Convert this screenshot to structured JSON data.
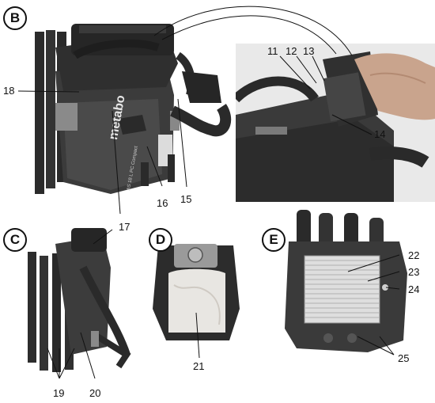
{
  "panels": {
    "b": {
      "label": "B",
      "device_text": "metabo",
      "model_text": "AS 18 L PC Compact"
    },
    "c": {
      "label": "C"
    },
    "d": {
      "label": "D"
    },
    "e": {
      "label": "E"
    }
  },
  "callouts": {
    "n11": "11",
    "n12": "12",
    "n13": "13",
    "n14": "14",
    "n15": "15",
    "n16": "16",
    "n17": "17",
    "n18": "18",
    "n19": "19",
    "n20": "20",
    "n21": "21",
    "n22": "22",
    "n23": "23",
    "n24": "24",
    "n25": "25"
  }
}
